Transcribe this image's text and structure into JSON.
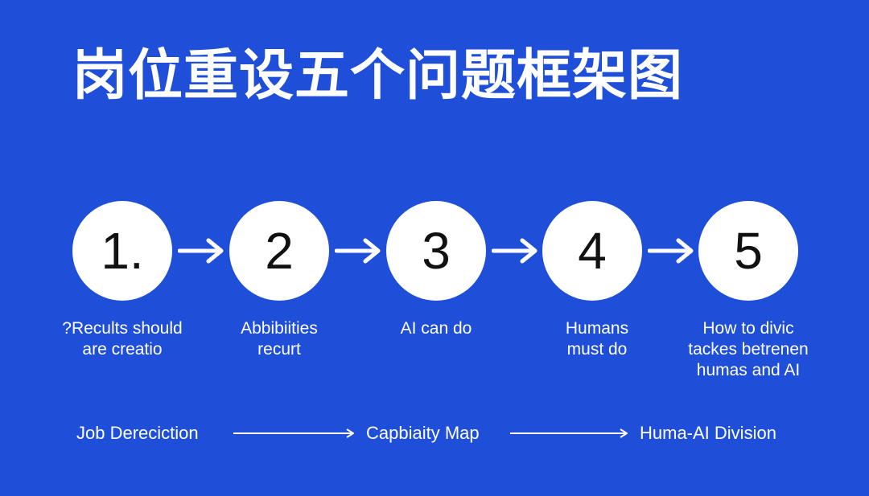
{
  "title": "岗位重设五个问题框架图",
  "steps": [
    {
      "number": "1.",
      "caption": "?Recults should\nare creatio"
    },
    {
      "number": "2",
      "caption": "Abbibiities\nrecurt"
    },
    {
      "number": "3",
      "caption": "AI can do"
    },
    {
      "number": "4",
      "caption": "Humans\nmust do"
    },
    {
      "number": "5",
      "caption": "How to divic\ntackes betrenen\nhumas and AI"
    }
  ],
  "phases": [
    {
      "label": "Job Dereciction"
    },
    {
      "label": "Capbiaity Map"
    },
    {
      "label": "Huma-AI Division"
    }
  ],
  "colors": {
    "background": "#1f4fd8",
    "circle": "#ffffff",
    "number_text": "#111111",
    "foreground": "#ffffff"
  }
}
